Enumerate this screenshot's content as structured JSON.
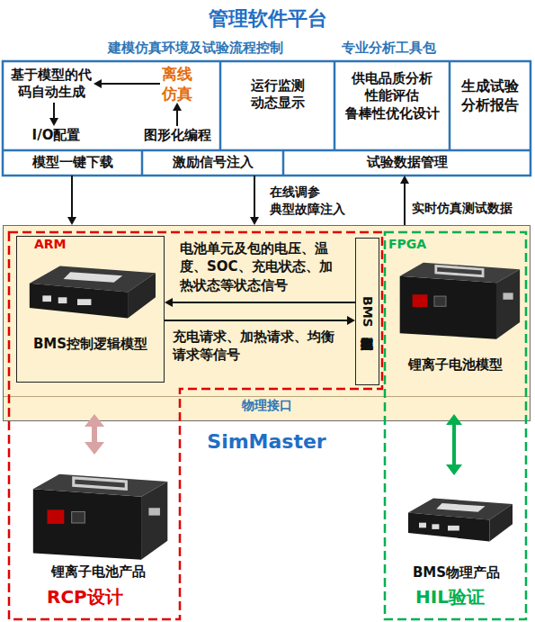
{
  "diagram": {
    "title": "管理软件平台",
    "nodes": [
      {
        "text": [
          "基于模型的代码自动生成"
        ]
      },
      {
        "text": [
          "离线仿真"
        ]
      },
      {
        "text": [
          "I/O配置"
        ]
      },
      {
        "text": [
          "图形化编程"
        ]
      },
      {
        "text": [
          "运行监测动态显示"
        ]
      },
      {
        "text": [
          "供电品质分析 性能评估 鲁棒性优化设计"
        ]
      },
      {
        "text": [
          "生成试验分析报告"
        ]
      },
      {
        "text": [
          "模型一键下载"
        ]
      },
      {
        "text": [
          "激励信号注入"
        ]
      },
      {
        "text": [
          "试验数据管理"
        ]
      },
      {
        "text": [
          "SimMaster"
        ]
      },
      {
        "text": [
          "BMS控制逻辑模型"
        ],
        "in": 10
      },
      {
        "text": [
          "BMS控制电路模型"
        ],
        "in": 10
      },
      {
        "text": [
          "锂离子电池模型"
        ],
        "in": 10
      },
      {
        "text": [
          "物理接口"
        ],
        "in": 10
      },
      {
        "text": [
          "锂离子电池产品"
        ]
      },
      {
        "text": [
          "BMS物理产品"
        ]
      }
    ],
    "edges": [
      {
        "from": 1,
        "to": 0,
        "arrow": "to"
      },
      {
        "from": 0,
        "to": 2,
        "arrow": "to"
      },
      {
        "from": 3,
        "to": 1,
        "arrow": "to"
      },
      {
        "from": 7,
        "to": 10,
        "arrow": "to"
      },
      {
        "from": 8,
        "to": 10,
        "label": "在线调参 典型故障注入",
        "arrow": "to"
      },
      {
        "from": 10,
        "to": 9,
        "label": "实时仿真测试数据",
        "arrow": "to"
      },
      {
        "from": 12,
        "to": 11,
        "label": "电池单元及包的电压、温度、SOC、充电状态、加热状态等状态信号",
        "arrow": "to"
      },
      {
        "from": 11,
        "to": 12,
        "label": "充电请求、加热请求、均衡请求等信号",
        "arrow": "to"
      },
      {
        "from": 14,
        "to": 15,
        "arrow": "both"
      },
      {
        "from": 14,
        "to": 16,
        "arrow": "both"
      }
    ],
    "labels": [
      "建模仿真环境及试验流程控制",
      "专业分析工具包",
      "ARM",
      "FPGA",
      "RCP设计",
      "HIL验证"
    ]
  }
}
